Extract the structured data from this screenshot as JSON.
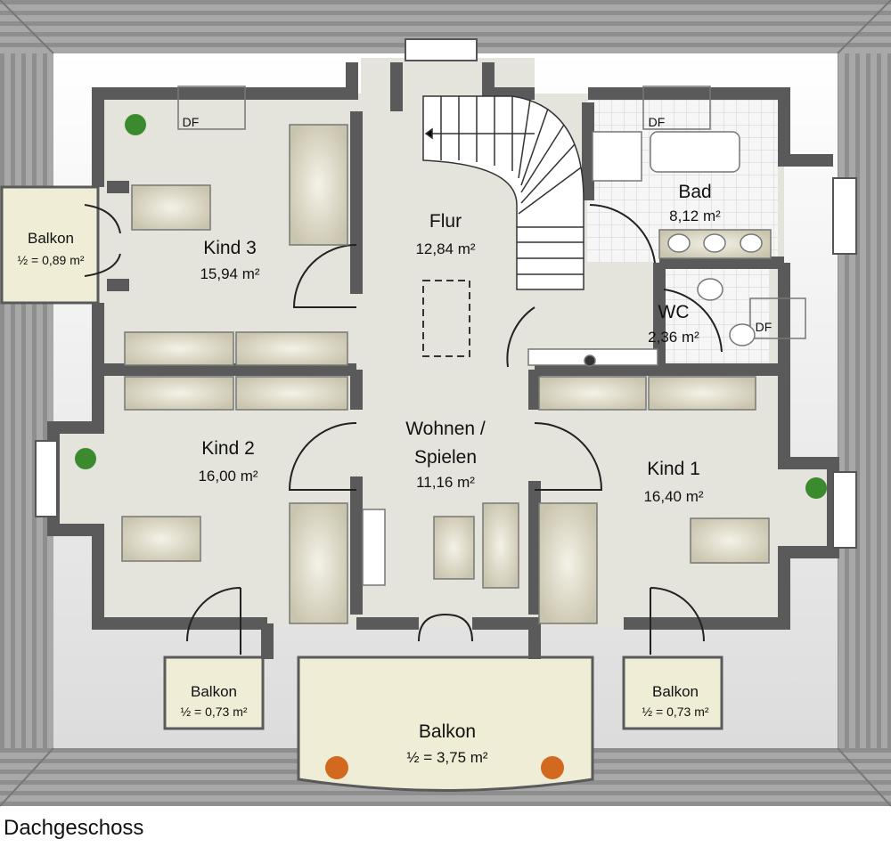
{
  "plan": {
    "rooms": {
      "kind3": {
        "name": "Kind 3",
        "area": "15,94 m²"
      },
      "flur": {
        "name": "Flur",
        "area": "12,84 m²"
      },
      "bad": {
        "name": "Bad",
        "area": "8,12 m²"
      },
      "wc": {
        "name": "WC",
        "area": "2,36 m²"
      },
      "kind2": {
        "name": "Kind 2",
        "area": "16,00 m²"
      },
      "wohnen": {
        "name_line1": "Wohnen /",
        "name_line2": "Spielen",
        "area": "11,16 m²"
      },
      "kind1": {
        "name": "Kind 1",
        "area": "16,40 m²"
      },
      "balkon_left": {
        "name": "Balkon",
        "area": "½ = 0,89 m²"
      },
      "balkon_bl": {
        "name": "Balkon",
        "area": "½ = 0,73 m²"
      },
      "balkon_br": {
        "name": "Balkon",
        "area": "½ = 0,73 m²"
      },
      "balkon_center": {
        "name": "Balkon",
        "area": "½ = 3,75 m²"
      }
    },
    "skylights": [
      "DF",
      "DF",
      "DF"
    ]
  },
  "caption": "Dachgeschoss",
  "colors": {
    "roof": "#9a9a9a",
    "wall": "#5a5a5a",
    "floor": "#e4e4dc",
    "balcony": "#efedd6",
    "furniture": "#d9d5c2"
  }
}
